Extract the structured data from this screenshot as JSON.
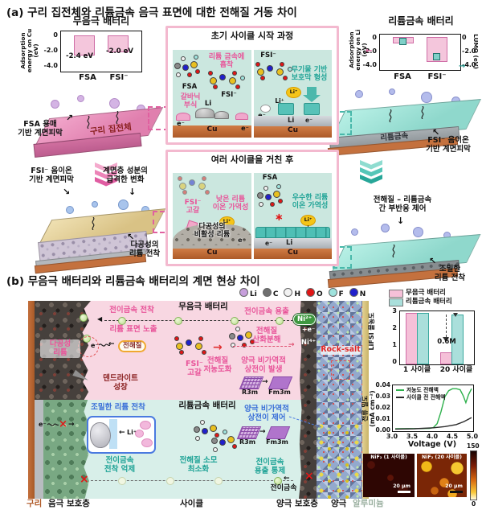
{
  "sym": {
    "e": "e⁻",
    "li": "Li",
    "cu": "Cu",
    "lip": "Li⁺",
    "fsa": "FSA",
    "fsi": "FSI⁻"
  },
  "icons": {
    "arrow_left": "←",
    "arrow_right": "→",
    "arrow_up_left": "↖",
    "arrow_up_right": "↗",
    "arrow_down": "↓",
    "arrow_down_right": "↘",
    "tri_left": "◀",
    "cross": "×",
    "asterisk": "∗"
  },
  "panel_a": {
    "title": "(a) 구리 집전체와 리튬금속 음극 표면에 대한 전해질 거동 차이",
    "cu_slab": "구리 집전체",
    "fsa_film": "FSA 용매\n기반 계면피막",
    "fsi_film": "FSI⁻ 음이온\n기반 계면피막",
    "iface_change": "계면층 성분의\n급격한 변화",
    "porous_li": "다공성의\n리튬 전착",
    "li_slab": "리튬금속",
    "fsi_film_r": "FSI⁻ 음이온\n기반 계면피막",
    "side_rxn": "전해질 – 리튬금속\n간 부반응 제어",
    "dense_li": "조밀한\n리튬 전착",
    "box1": {
      "header": "초기 사이클 시작 과정",
      "adsorb": "리튬 금속에\n흡착",
      "galvanic": "갈바닉\n부식",
      "inorganic": "무기물 기반\n보호막 형성"
    },
    "box2": {
      "header": "여러 사이클을 거친 후",
      "fsi_depl": "FSI⁻\n고갈",
      "low_rev": "낮은 리튬\n이온 가역성",
      "porous_inactive": "다공성의\n비활성 리튬",
      "high_rev": "우수한 리튬\n이온 가역성"
    }
  },
  "panel_b": {
    "title": "(b) 무음극 배터리와 리튬금속 배터리의 계면 현상 차이",
    "atoms": [
      {
        "s": "Li",
        "c": "#c79fdc"
      },
      {
        "s": "C",
        "c": "#6f6f6f"
      },
      {
        "s": "H",
        "c": "#f2f2f2"
      },
      {
        "s": "O",
        "c": "#e01616"
      },
      {
        "s": "F",
        "c": "#9fe3dd"
      },
      {
        "s": "N",
        "c": "#2020cc"
      }
    ],
    "top": {
      "header": "무음극 배터리",
      "tm_dep": "전이금속 전착",
      "li_expose": "리튬 표면 노출",
      "porous_li": "다공성\n리튬",
      "electrolyte": "전해질",
      "dendrite": "덴드라이트\n성장",
      "fsi_depl": "FSI⁻\n고갈",
      "oxidation": "전해질\n산화분해",
      "dilution": "전해질\n저농도화",
      "tm_diss": "전이금속 용출",
      "ni2": "Ni²⁺",
      "plus_e": "+e⁻",
      "ni4": "Ni⁴⁺",
      "rock_salt": "Rock-salt",
      "phase": "양극 비가역적\n상전이 발생",
      "r3m": "R3m",
      "fm3m": "Fm3m"
    },
    "bottom": {
      "header": "리튬금속 배터리",
      "dense_li": "조밀한 리튬 전착",
      "tm_suppress": "전이금속\n전착 억제",
      "min_cons": "전해질 소모\n최소화",
      "phase_ctrl": "양극 비가역적\n상전이 제어",
      "r3m": "R3m",
      "fm3m": "Fm3m",
      "tm_ctrl": "전이금속\n용출 통제",
      "tm": "전이금속"
    },
    "axis": {
      "cu": "구리",
      "anode_p": "음극 보호층",
      "cycle": "사이클",
      "cathode_p": "양극 보호층",
      "cathode": "양극",
      "al": "알루미늄"
    }
  },
  "chart_data": [
    {
      "type": "bar",
      "title": "무음극 배터리",
      "ylabel": "Adsorption energy on Cu (eV)",
      "categories": [
        "FSA",
        "FSI⁻"
      ],
      "values": [
        -2.4,
        -2.0
      ],
      "bar_labels": [
        "-2.4 eV",
        "-2.0 eV"
      ],
      "yticks": [
        "0",
        "-2.0",
        "-4.0"
      ],
      "ylim": [
        -4.7,
        0.5
      ],
      "bar_color": "#f4c6dc"
    },
    {
      "type": "bar+scatter",
      "title": "리튬금속 배터리",
      "ylabel_left": "Adsorption energy on Li (eV)",
      "ylabel_right": "LUMO (eV)",
      "categories": [
        "FSA",
        "FSI⁻"
      ],
      "bar_values": [
        -0.7,
        -3.4
      ],
      "marker_values": [
        -0.5,
        -2.8
      ],
      "yticks": [
        "0",
        "-2.0",
        "-4.0"
      ],
      "yticks_right": [
        "0",
        "-2.0",
        "-4.0"
      ],
      "ylim": [
        -4.7,
        0.4
      ]
    },
    {
      "type": "bar",
      "ylabel": "LiFSI 몰농도",
      "categories": [
        "1 사이클",
        "20 사이클"
      ],
      "series": [
        {
          "name": "무음극 배터리",
          "color": "#f5c0d8",
          "values": [
            2.95,
            0.6
          ]
        },
        {
          "name": "리튬금속 배터리",
          "color": "#aadfdb",
          "values": [
            2.95,
            2.85
          ]
        }
      ],
      "annotation": "0.6M",
      "yticks": [
        "3",
        "2",
        "1",
        "0"
      ],
      "ylim": [
        0,
        3.2
      ]
    },
    {
      "type": "line",
      "ylabel": "전류 밀도\n(mA cm⁻²)",
      "xlabel": "Voltage (V)",
      "xticks": [
        "3.0",
        "3.5",
        "4.0",
        "4.5",
        "5.0"
      ],
      "yticks": [
        "0.04",
        "0.03",
        "0.02",
        "0.01",
        "0.00"
      ],
      "xlim": [
        3.0,
        5.0
      ],
      "ylim": [
        0,
        0.042
      ],
      "series": [
        {
          "name": "저농도 전해액",
          "color": "#2db04b",
          "x": [
            3.0,
            3.3,
            3.6,
            3.9,
            4.0,
            4.1,
            4.2,
            4.3,
            4.4,
            4.5,
            4.6,
            4.7,
            4.78,
            4.85,
            4.92,
            5.0
          ],
          "y": [
            0.0008,
            0.001,
            0.001,
            0.0012,
            0.002,
            0.006,
            0.018,
            0.033,
            0.039,
            0.041,
            0.041,
            0.04,
            0.034,
            0.027,
            0.035,
            0.041
          ]
        },
        {
          "name": "사이클 전 전해액",
          "color": "#2a2a2a",
          "x": [
            3.0,
            3.5,
            4.0,
            4.3,
            4.6,
            4.8,
            5.0
          ],
          "y": [
            0.0005,
            0.0008,
            0.0018,
            0.003,
            0.005,
            0.008,
            0.012
          ]
        }
      ]
    }
  ],
  "nif": {
    "t1": "NiF₂ (1 사이클)",
    "t2": "NiF₂ (20 사이클)",
    "s1": "20 μm",
    "s2": "20 μm",
    "max": "150",
    "min": "0"
  }
}
